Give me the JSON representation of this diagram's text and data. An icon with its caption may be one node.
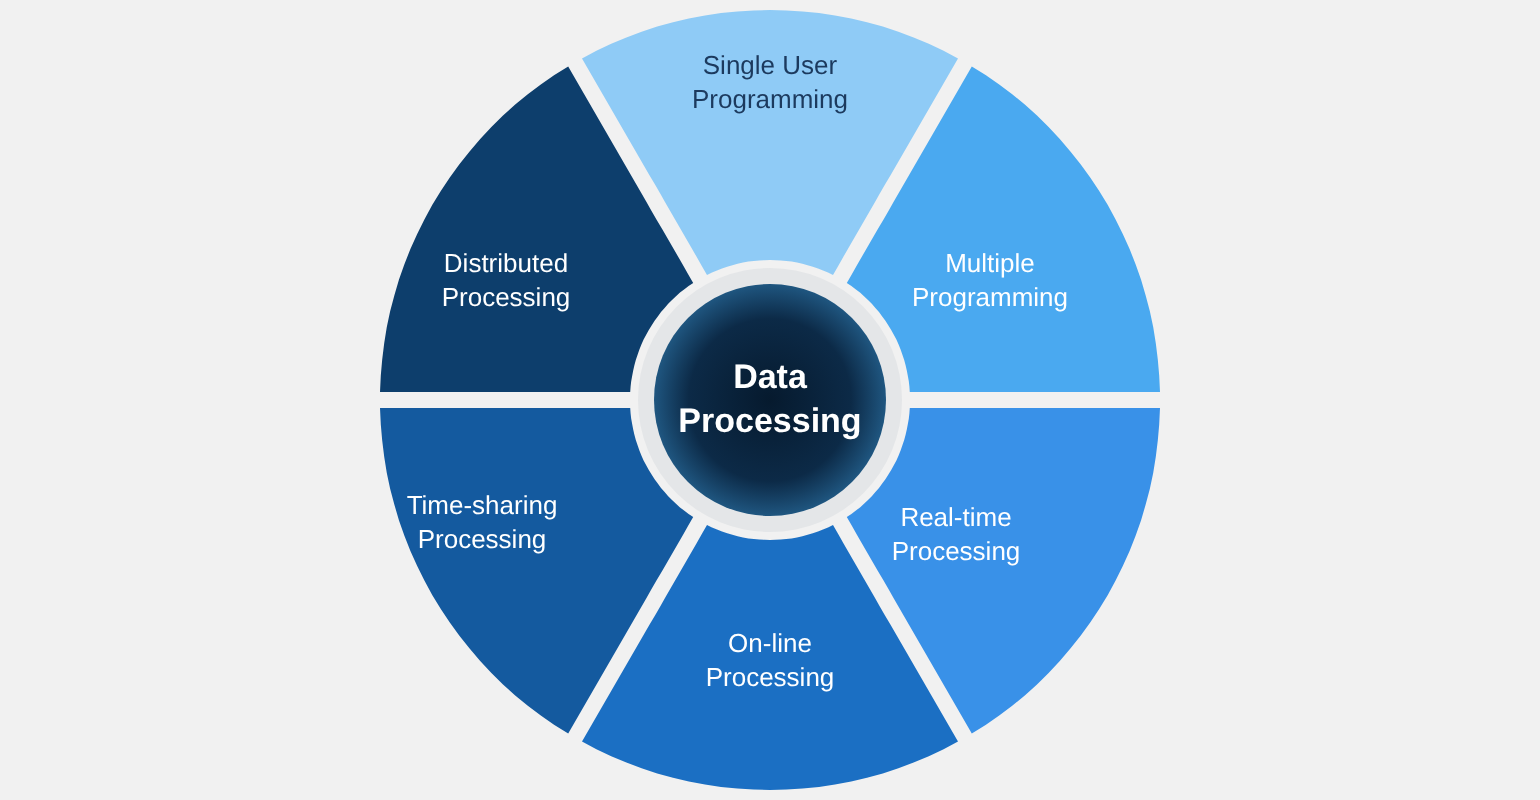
{
  "diagram": {
    "nodes": [
      {
        "text": [
          "Data Processing"
        ]
      },
      {
        "text": [
          "Single User Programming"
        ]
      },
      {
        "text": [
          "Multiple Programming"
        ]
      },
      {
        "text": [
          "Real-time Processing"
        ]
      },
      {
        "text": [
          "On-line Processing"
        ]
      },
      {
        "text": [
          "Time-sharing Processing"
        ]
      },
      {
        "text": [
          "Distributed Processing"
        ]
      }
    ]
  }
}
